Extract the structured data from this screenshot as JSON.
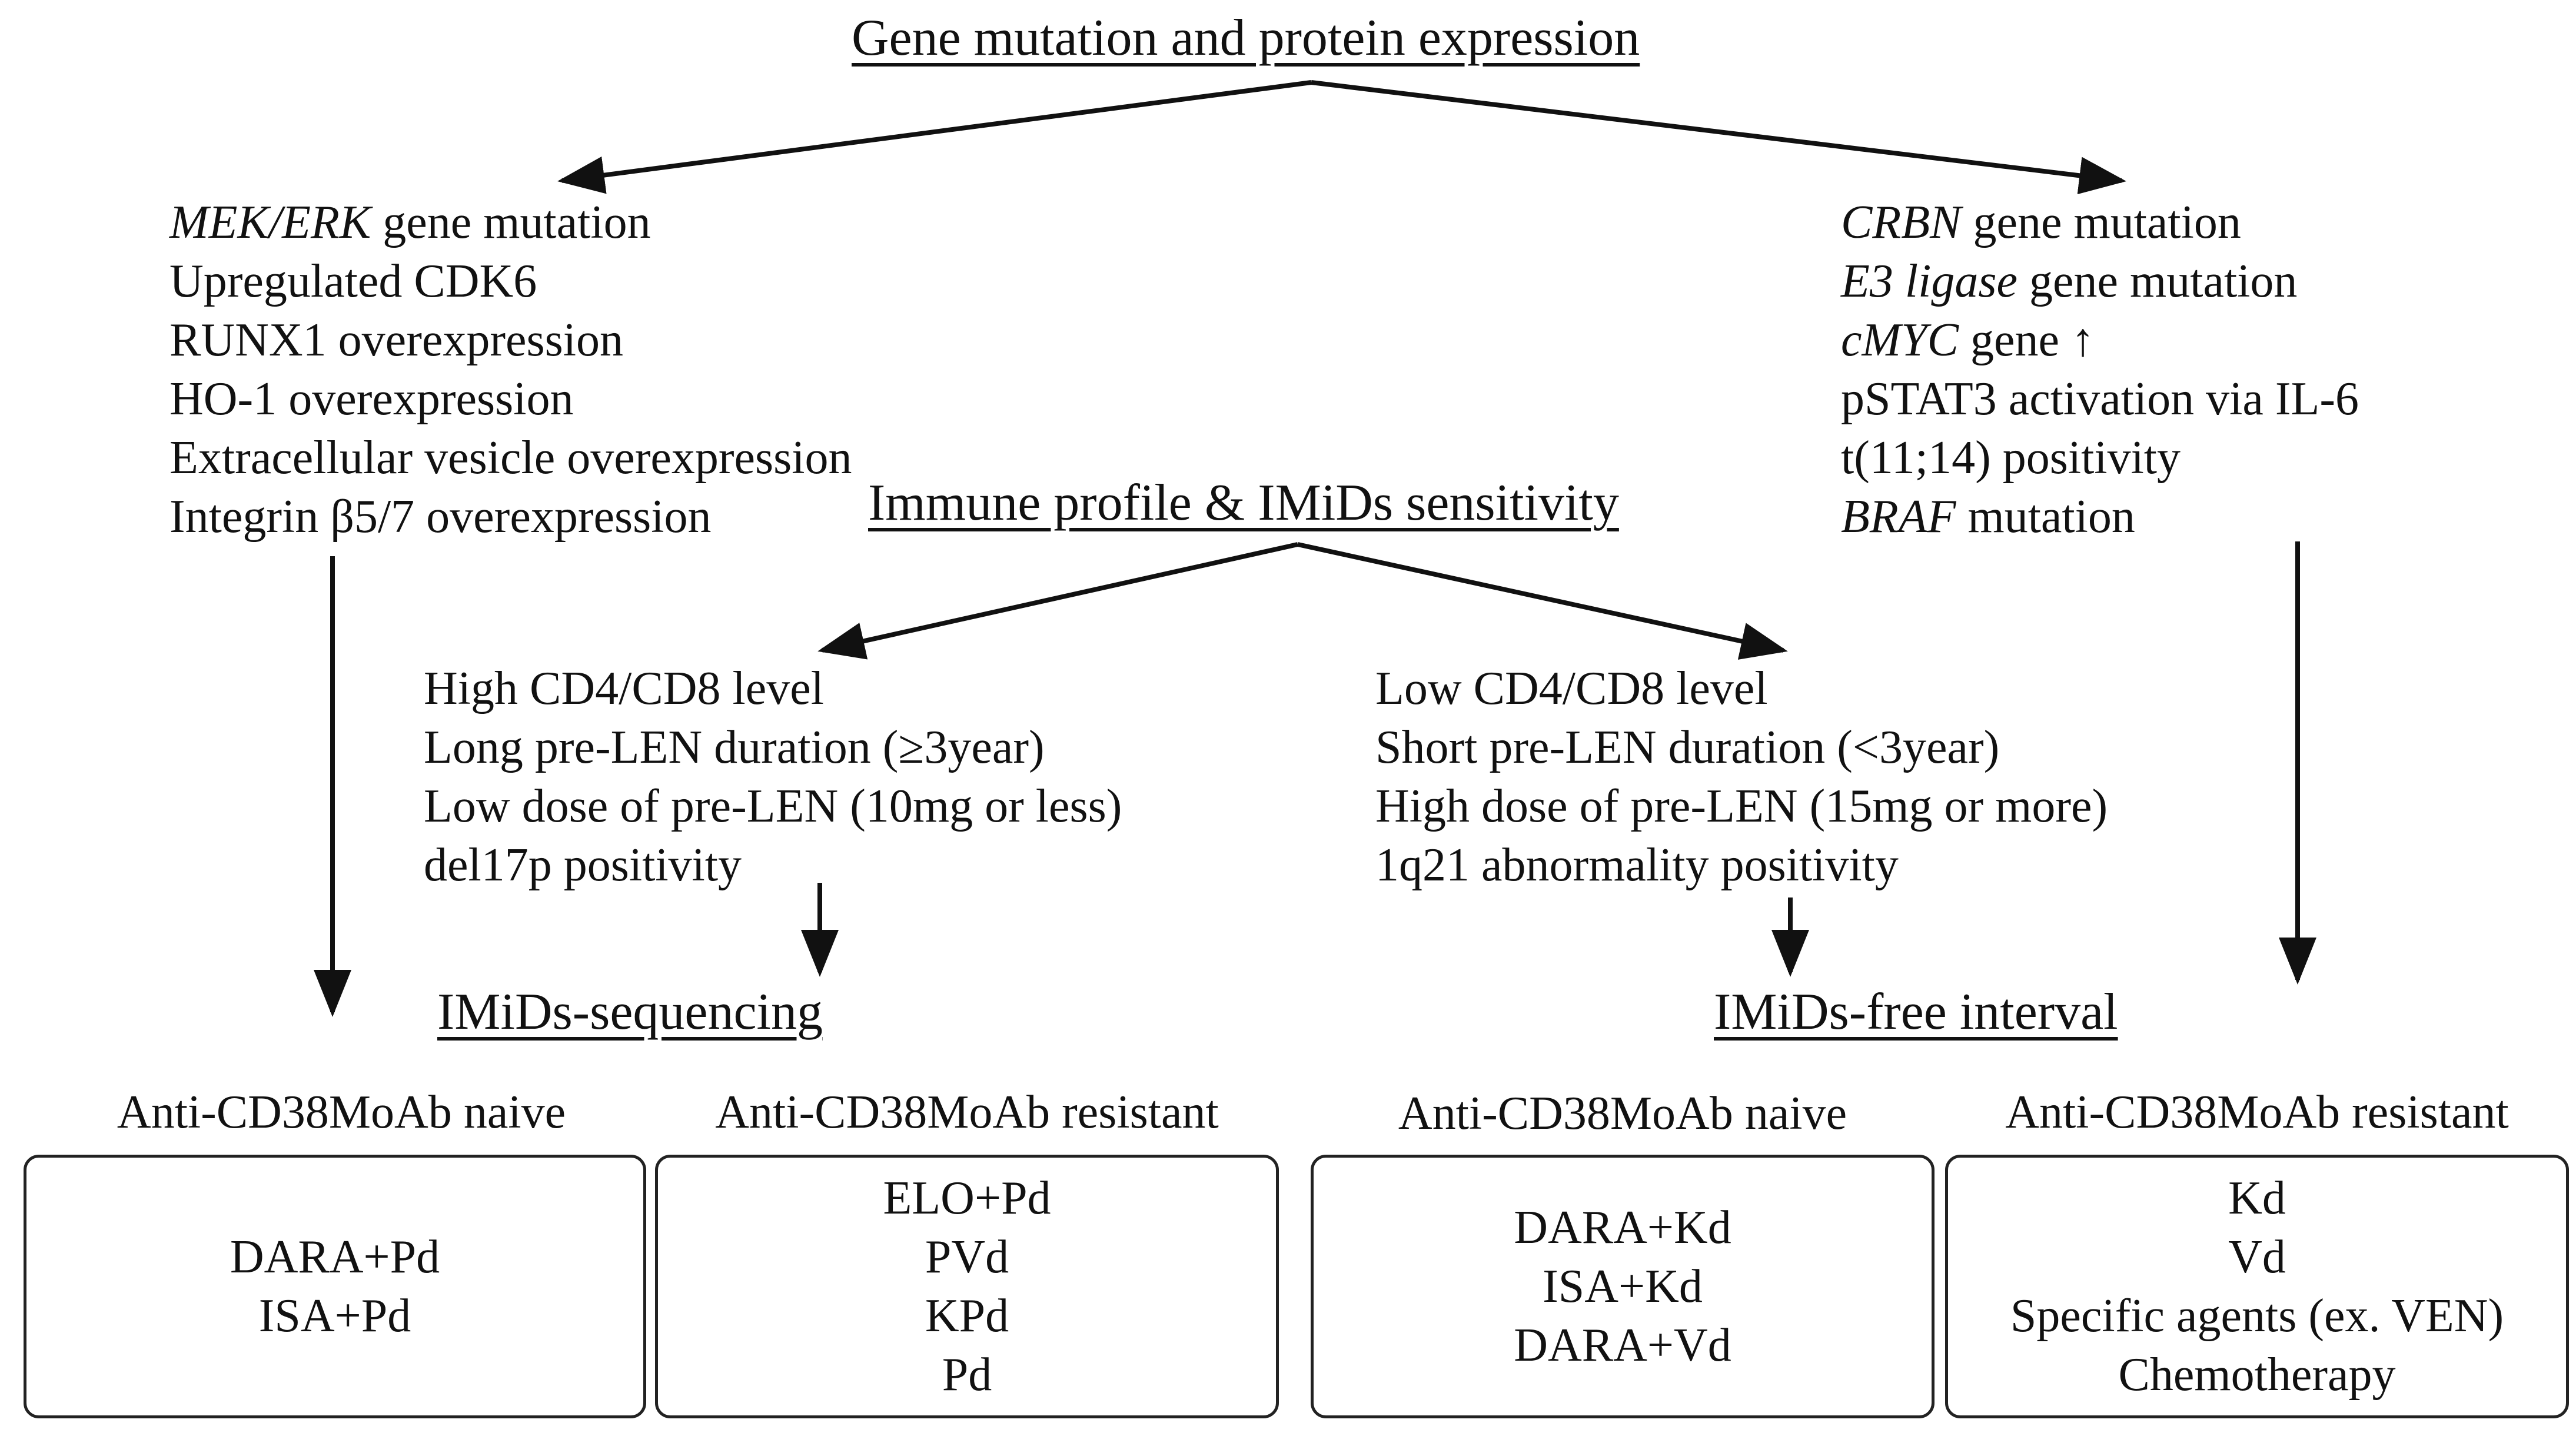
{
  "headings": {
    "top": "Gene mutation and protein expression",
    "middle": "Immune profile & IMiDs sensitivity",
    "sequencing": "IMiDs-sequencing",
    "free_interval": "IMiDs-free interval"
  },
  "left_factors": [
    {
      "em": "MEK/ERK",
      "rest": " gene mutation"
    },
    {
      "em": "",
      "rest": "Upregulated CDK6"
    },
    {
      "em": "",
      "rest": "RUNX1 overexpression"
    },
    {
      "em": "",
      "rest": "HO-1 overexpression"
    },
    {
      "em": "",
      "rest": "Extracellular vesicle overexpression"
    },
    {
      "em": "",
      "rest": "Integrin β5/7 overexpression"
    }
  ],
  "right_factors": [
    {
      "em": "CRBN",
      "rest": " gene mutation"
    },
    {
      "em": "E3 ligase",
      "rest": " gene mutation"
    },
    {
      "em": "cMYC",
      "rest": " gene ↑"
    },
    {
      "em": "",
      "rest": "pSTAT3 activation via IL-6"
    },
    {
      "em": "",
      "rest": "t(11;14) positivity"
    },
    {
      "em": "BRAF",
      "rest": " mutation"
    }
  ],
  "immune_left": [
    "High CD4/CD8 level",
    "Long pre-LEN duration (≥3year)",
    "Low dose of pre-LEN (10mg or less)",
    "del17p positivity"
  ],
  "immune_right": [
    "Low CD4/CD8 level",
    "Short pre-LEN duration (<3year)",
    "High dose of pre-LEN (15mg or more)",
    "1q21 abnormality positivity"
  ],
  "boxes": [
    {
      "label": "Anti-CD38MoAb naive",
      "items": [
        "DARA+Pd",
        "ISA+Pd"
      ]
    },
    {
      "label": "Anti-CD38MoAb resistant",
      "items": [
        "ELO+Pd",
        "PVd",
        "KPd",
        "Pd"
      ]
    },
    {
      "label": "Anti-CD38MoAb naive",
      "items": [
        "DARA+Kd",
        "ISA+Kd",
        "DARA+Vd"
      ]
    },
    {
      "label": "Anti-CD38MoAb resistant",
      "items": [
        "Kd",
        "Vd",
        "Specific agents (ex. VEN)",
        "Chemotherapy"
      ]
    }
  ],
  "colors": {
    "ink": "#111111",
    "border": "#222222",
    "background": "#ffffff"
  }
}
